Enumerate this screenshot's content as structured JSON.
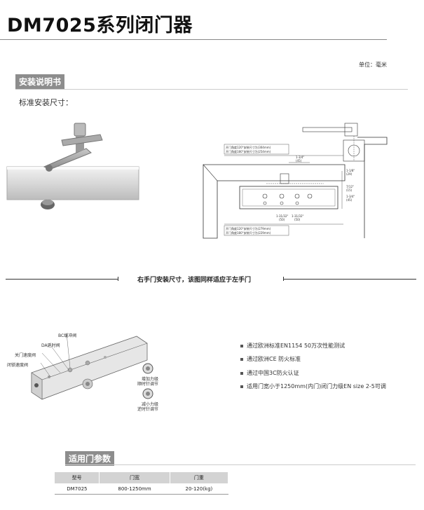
{
  "header": {
    "title": "DM7025系列闭门器"
  },
  "unit": "单位：毫米",
  "install_section": {
    "tag": "安装说明书",
    "subtitle": "标准安装尺寸："
  },
  "drawing": {
    "top_notes": [
      "开门角度120°安装尺寸为(304mm)",
      "开门角度180°安装尺寸为(254mm)"
    ],
    "bottom_notes": [
      "开门角度120°安装尺寸为(279mm)",
      "开门角度180°安装尺寸为(229mm)"
    ],
    "dims": {
      "d1": "1-3/4\"",
      "d1mm": "(45)",
      "d2": "1-1/8\"",
      "d2mm": "(29)",
      "d3": "7/12\"",
      "d3mm": "(15)",
      "d4": "1-3/4\"",
      "d4mm": "(45)",
      "d5": "1-31/32\"",
      "d5mm": "(50)",
      "d6": "1-31/32\"",
      "d6mm": "(50)"
    }
  },
  "mirror_note": "右手门安装尺寸，该图同样适应于左手门",
  "valve_labels": {
    "bc": "BC缓冲阀",
    "da": "DA延时阀",
    "close": "关门速度阀",
    "latch": "闭锁速度阀",
    "increase": [
      "增加力级",
      "顺时针调节"
    ],
    "decrease": [
      "减小力级",
      "逆时针调节"
    ]
  },
  "features": [
    "通过欧洲标准EN1154 50万次性能测试",
    "通过欧洲CE 防火标准",
    "通过中国3C防火认证",
    "适用门宽小于1250mm(内门)闭门力级EN size 2-5可调"
  ],
  "params": {
    "tag": "适用门参数",
    "headers": [
      "型号",
      "门宽",
      "门重"
    ],
    "row": [
      "DM7025",
      "800-1250mm",
      "20-120(kg)"
    ]
  }
}
